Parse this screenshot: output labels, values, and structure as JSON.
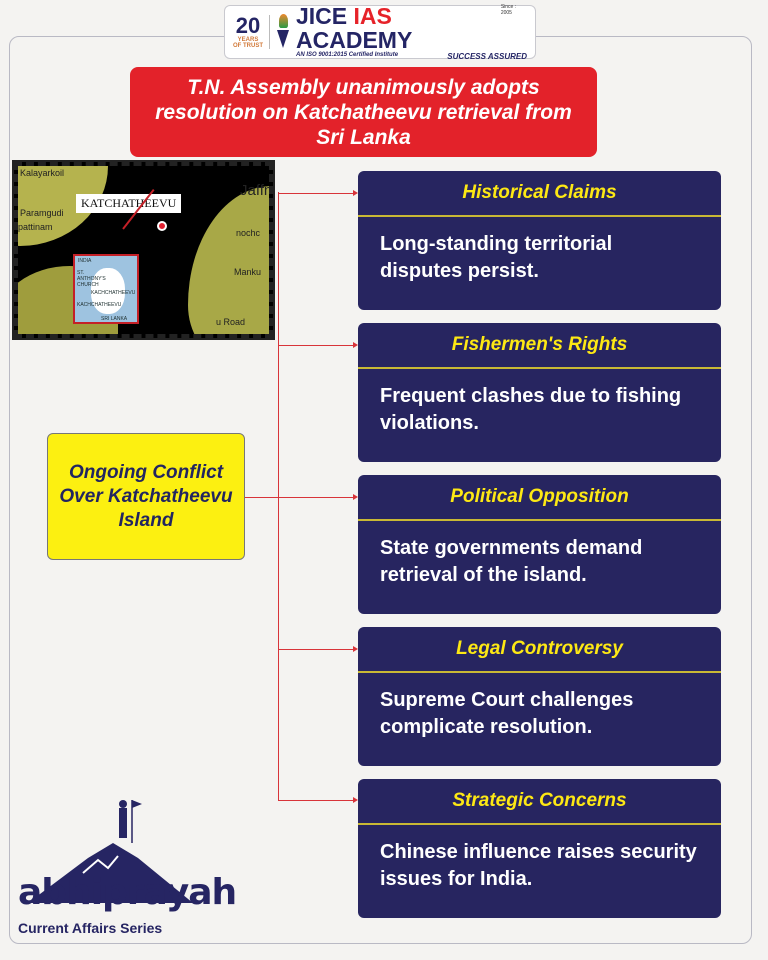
{
  "header": {
    "years": "20",
    "years_label1": "YEARS",
    "years_label2": "OF TRUST",
    "brand_jice": "JICE ",
    "brand_ias": "IAS",
    "brand_academy": " ACADEMY",
    "since": "Since : 2005",
    "iso": "AN ISO 9001:2015 Certified Institute",
    "tagline": "SUCCESS ASSURED"
  },
  "headline": "T.N. Assembly unanimously adopts resolution on Katchatheevu retrieval from Sri Lanka",
  "map": {
    "label": "KATCHATHEEVU",
    "places": [
      "Kalayarkoil",
      "Paramgudi",
      "pattinam",
      "Jaffna",
      "nochc",
      "Manku",
      "u Road"
    ],
    "inset": [
      "INDIA",
      "ST. ANTHONY'S CHURCH",
      "KACHCHATHEEVU",
      "KACHCHATHEEVU",
      "SRI LANKA"
    ]
  },
  "center": "Ongoing Conflict Over Katchatheevu Island",
  "cards": [
    {
      "title": "Historical Claims",
      "body": "Long-standing territorial disputes persist."
    },
    {
      "title": "Fishermen's Rights",
      "body": "Frequent clashes due to fishing violations."
    },
    {
      "title": "Political Opposition",
      "body": "State governments demand retrieval of the island."
    },
    {
      "title": "Legal Controversy",
      "body": "Supreme Court challenges complicate resolution."
    },
    {
      "title": "Strategic Concerns",
      "body": "Chinese influence raises security issues for India."
    }
  ],
  "footer": {
    "brand": "abhiprayah",
    "series": "Current Affairs Series"
  },
  "colors": {
    "navy": "#272560",
    "red": "#e3222a",
    "yellow": "#fcf011",
    "title_yellow": "#fde814"
  }
}
